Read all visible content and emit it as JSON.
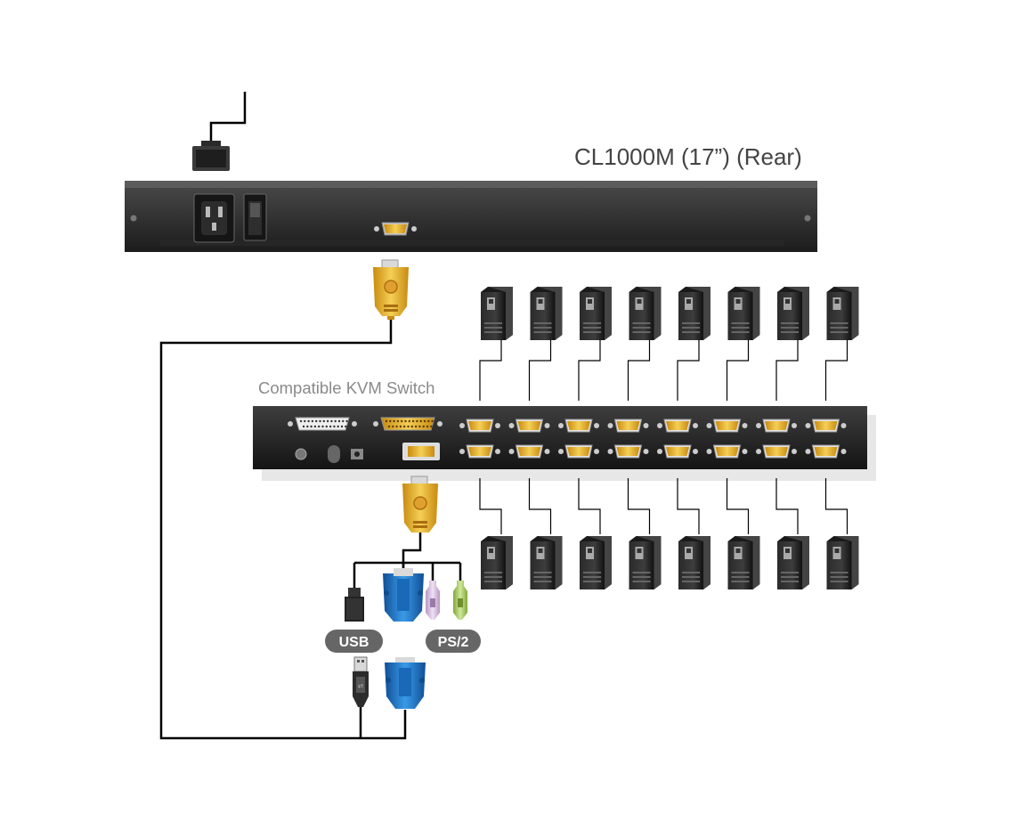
{
  "console_title": "CL1000M (17”) (Rear)",
  "kvm_title": "Compatible KVM Switch",
  "badges": {
    "usb": "USB",
    "ps2": "PS/2"
  },
  "kvm_port_columns": 8,
  "computers_top_row": 8,
  "computers_bottom_row": 8,
  "colors": {
    "panel_dark": "#2e2e2e",
    "vga_gold": "#e8b020",
    "vga_blue": "#1e78c8",
    "ps2_purple": "#d8b8e0",
    "ps2_green": "#a8cc60",
    "badge_gray": "#6a6a6a",
    "cable": "#000000"
  },
  "icons": [
    "power-cord-icon",
    "ac-inlet-icon",
    "power-switch-icon",
    "vga-port-icon",
    "vga-connector-icon",
    "usb-plug-icon",
    "ps2-plug-icon",
    "computer-tower-icon"
  ]
}
